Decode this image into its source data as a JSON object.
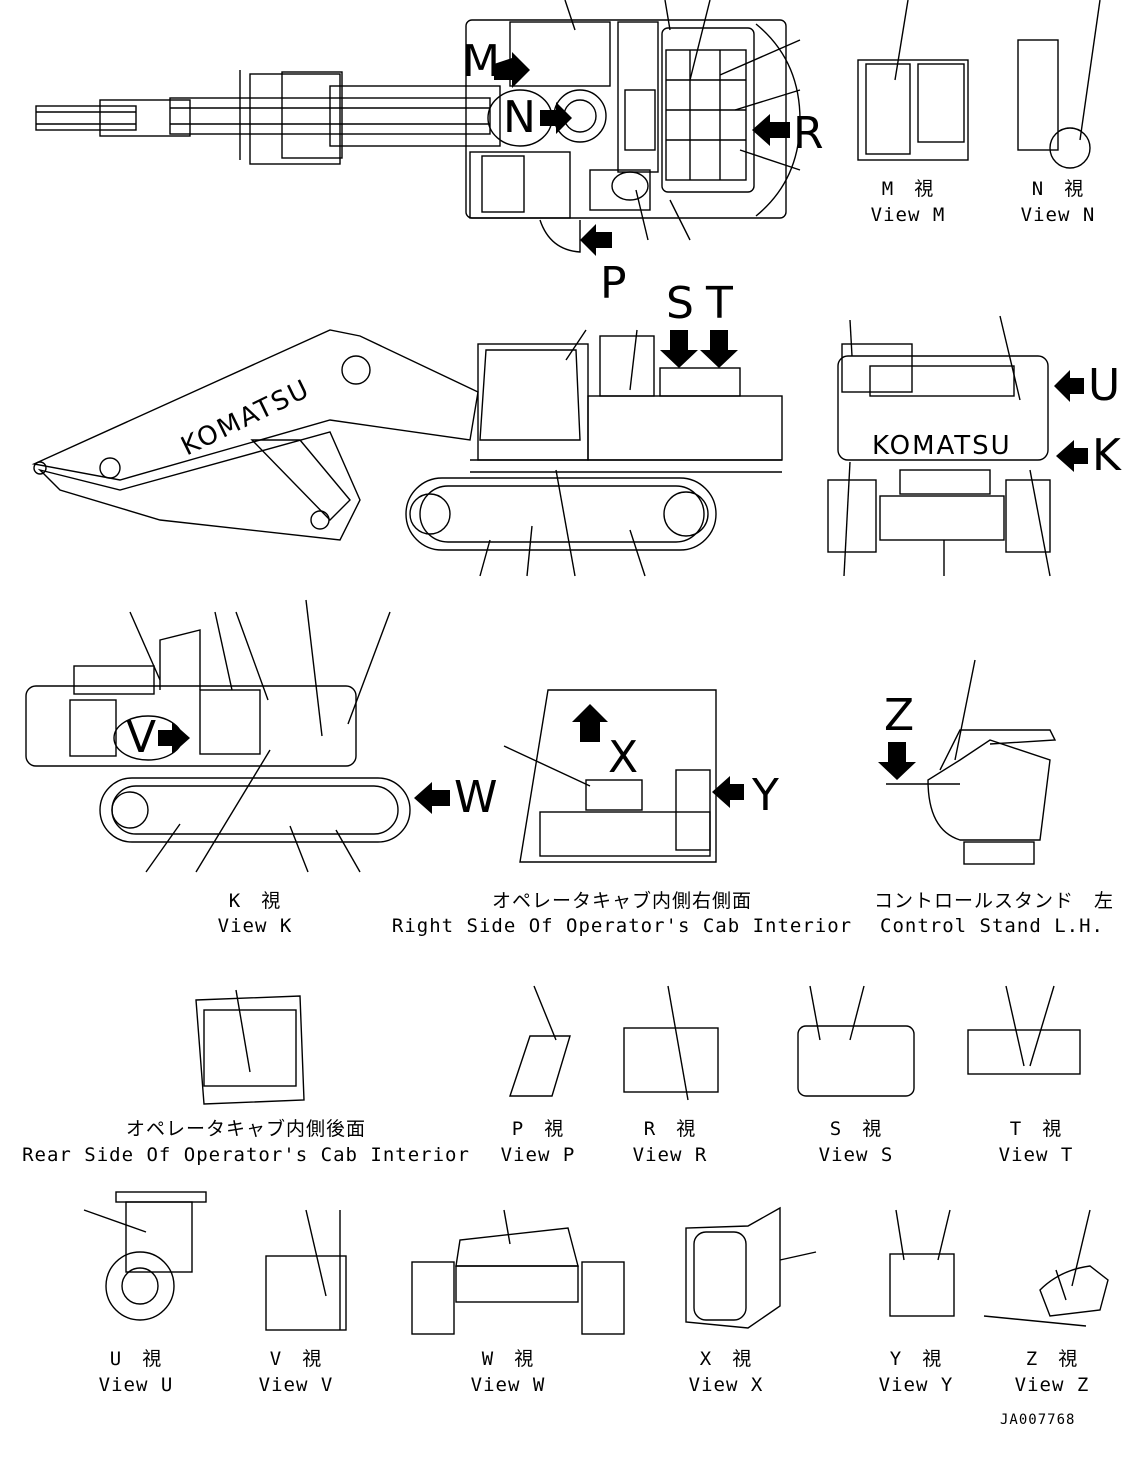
{
  "brand": "KOMATSU",
  "drawing_code": "JA007768",
  "view_letters": [
    "M",
    "N",
    "R",
    "P",
    "S",
    "T",
    "U",
    "K",
    "V",
    "W",
    "X",
    "Y",
    "Z"
  ],
  "captions": {
    "view_m": {
      "jp": "M　視",
      "en": "View M"
    },
    "view_n": {
      "jp": "N　視",
      "en": "View N"
    },
    "view_k": {
      "jp": "K　視",
      "en": "View K"
    },
    "cab_right": {
      "jp": "オペレータキャブ内側右側面",
      "en": "Right Side Of Operator's Cab Interior"
    },
    "control_stand": {
      "jp": "コントロールスタンド　左",
      "en": "Control Stand L.H."
    },
    "cab_rear": {
      "jp": "オペレータキャブ内側後面",
      "en": "Rear Side Of Operator's Cab Interior"
    },
    "view_p": {
      "jp": "P　視",
      "en": "View P"
    },
    "view_r": {
      "jp": "R　視",
      "en": "View R"
    },
    "view_s": {
      "jp": "S　視",
      "en": "View S"
    },
    "view_t": {
      "jp": "T　視",
      "en": "View T"
    },
    "view_u": {
      "jp": "U　視",
      "en": "View U"
    },
    "view_v": {
      "jp": "V　視",
      "en": "View V"
    },
    "view_w": {
      "jp": "W　視",
      "en": "View W"
    },
    "view_x": {
      "jp": "X　視",
      "en": "View X"
    },
    "view_y": {
      "jp": "Y　視",
      "en": "View Y"
    },
    "view_z": {
      "jp": "Z　視",
      "en": "View Z"
    }
  }
}
